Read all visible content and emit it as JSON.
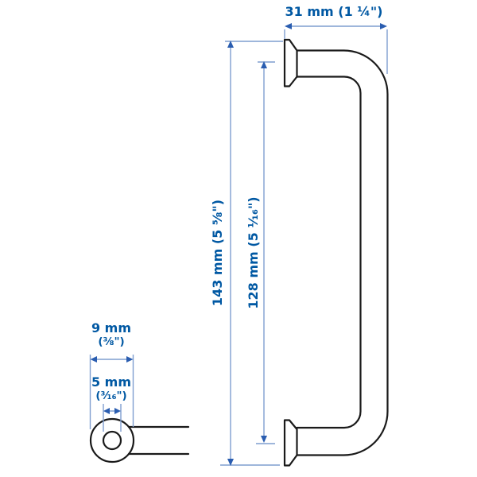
{
  "diagram": {
    "kind": "product-dimension-drawing",
    "subject": "cabinet-handle"
  },
  "labels": {
    "depth": "31 mm (1 ¼\")",
    "total_length": "143 mm (5 ⅝\")",
    "hole_spacing": "128 mm (5 ¹⁄₁₆\")",
    "outer_diameter_mm": "9 mm",
    "outer_diameter_in": "(⅜\")",
    "hole_diameter_mm": "5 mm",
    "hole_diameter_in": "(³⁄₁₆\")"
  },
  "measurements": {
    "depth_mm": 31,
    "total_length_mm": 143,
    "hole_spacing_mm": 128,
    "outer_diameter_mm": 9,
    "hole_diameter_mm": 5
  },
  "colors": {
    "background": "#ffffff",
    "outline": "#1a1a1a",
    "dimension_line": "#7f9ecf",
    "arrow": "#2a5db0",
    "text": "#0058a3"
  }
}
